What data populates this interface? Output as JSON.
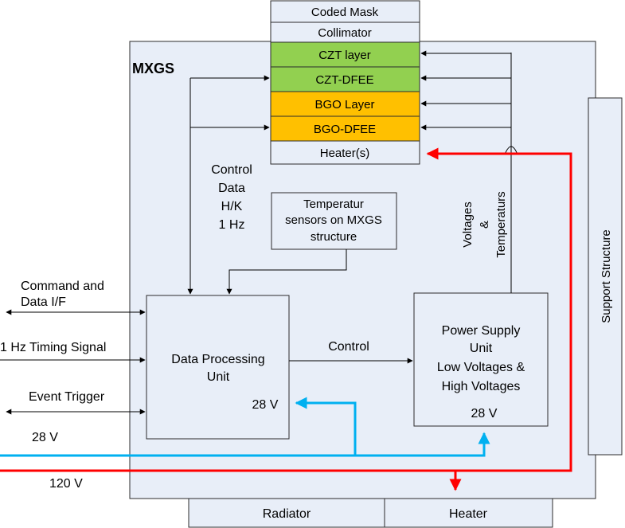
{
  "colors": {
    "frame_fill": "#e8eef8",
    "box_fill": "#dbe5f5",
    "czt_fill": "#92d050",
    "bgo_fill": "#ffc000",
    "line_28v": "#00b0f0",
    "line_120v": "#ff0000"
  },
  "frame": {
    "title": "MXGS"
  },
  "stack": {
    "coded_mask": "Coded Mask",
    "collimator": "Collimator",
    "czt_layer": "CZT layer",
    "czt_dfee": "CZT-DFEE",
    "bgo_layer": "BGO Layer",
    "bgo_dfee": "BGO-DFEE",
    "heaters": "Heater(s)"
  },
  "labels": {
    "control_data": [
      "Control",
      "Data",
      "H/K",
      "1 Hz"
    ],
    "voltages": "Voltages",
    "ampersand": "&",
    "temperaturs": "Temperaturs",
    "control": "Control",
    "command": [
      "Command and",
      "Data I/F"
    ],
    "timing": "1 Hz Timing Signal",
    "event": "Event Trigger",
    "v28": "28 V",
    "v120": "120 V"
  },
  "temp_sensors": {
    "lines": [
      "Temperatur",
      "sensors on MXGS",
      "structure"
    ]
  },
  "dpu": {
    "lines": [
      "Data Processing",
      "Unit"
    ],
    "voltage": "28 V"
  },
  "psu": {
    "lines": [
      "Power Supply",
      "Unit",
      "Low Voltages &",
      "High Voltages"
    ],
    "voltage": "28 V"
  },
  "support": {
    "label": "Support Structure"
  },
  "bottom": {
    "radiator": "Radiator",
    "heater": "Heater"
  }
}
